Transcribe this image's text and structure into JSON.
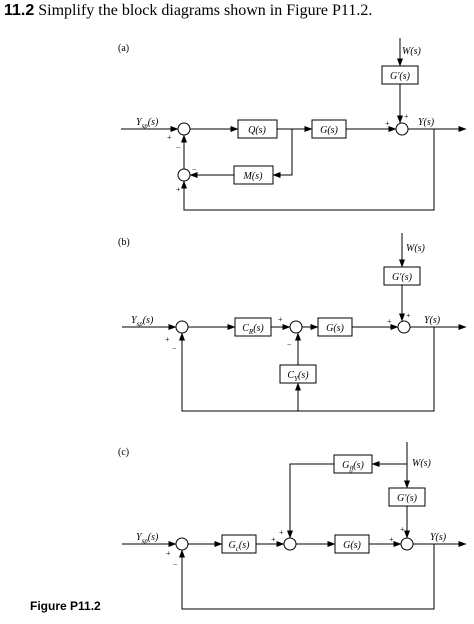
{
  "problem": {
    "number": "11.2",
    "text": "Simplify the block diagrams shown in Figure P11.2."
  },
  "figure_caption": "Figure P11.2",
  "diagrams": {
    "a": {
      "label": "(a)",
      "input": "Y_sp(s)",
      "output": "Y(s)",
      "disturbance": "W(s)",
      "blocks": {
        "q": "Q(s)",
        "g": "G(s)",
        "gprime": "G′(s)",
        "m": "M(s)"
      },
      "signs": {
        "s1_in": "+",
        "s1_fb": "−",
        "s2_fb": "−",
        "s2_bottom": "+",
        "s3_in": "+",
        "s3_top": "+"
      }
    },
    "b": {
      "label": "(b)",
      "input": "Y_sp(s)",
      "output": "Y(s)",
      "disturbance": "W(s)",
      "blocks": {
        "cr": "C_R(s)",
        "g": "G(s)",
        "gprime": "G′(s)",
        "cy": "C_Y(s)"
      },
      "signs": {
        "s1_in": "+",
        "s1_fb": "−",
        "s2_in": "+",
        "s2_fb": "−",
        "s3_in": "+",
        "s3_top": "+"
      }
    },
    "c": {
      "label": "(c)",
      "input": "Y_sp(s)",
      "output": "Y(s)",
      "disturbance": "W(s)",
      "blocks": {
        "gc": "G_c(s)",
        "g": "G(s)",
        "gprime": "G′(s)",
        "gff": "G_ff(s)"
      },
      "signs": {
        "s1_in": "+",
        "s1_fb": "−",
        "s2_in": "+",
        "s2_top": "+",
        "s3_in": "+",
        "s3_top": "+"
      }
    }
  }
}
